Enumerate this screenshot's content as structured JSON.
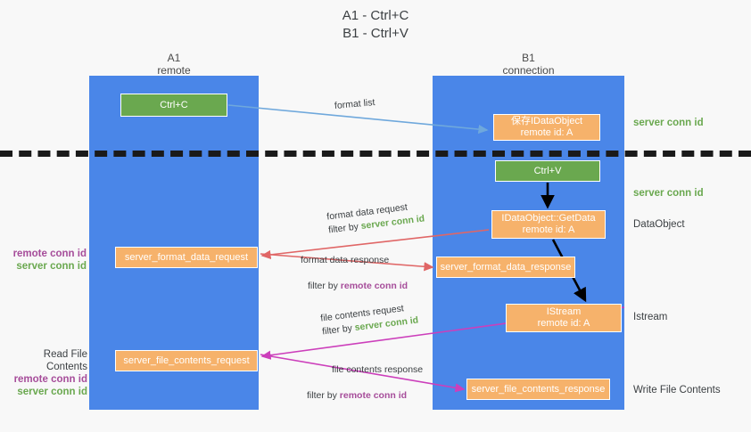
{
  "title": {
    "line1": "A1 - Ctrl+C",
    "line2": "B1 - Ctrl+V"
  },
  "columns": {
    "a1": {
      "name": "A1",
      "role": "remote"
    },
    "b1": {
      "name": "B1",
      "role": "connection"
    }
  },
  "boxes": {
    "ctrl_c": {
      "label": "Ctrl+C",
      "color": "#6aa84f"
    },
    "ctrl_v": {
      "label": "Ctrl+V",
      "color": "#6aa84f"
    },
    "save_idataobject": {
      "label": "保存IDataObject",
      "sub": "remote id: A",
      "color": "#f6b26b"
    },
    "getdata": {
      "label": "IDataObject::GetData",
      "sub": "remote id: A",
      "color": "#f6b26b"
    },
    "istream": {
      "label": "IStream",
      "sub": "remote id: A",
      "color": "#f6b26b"
    },
    "server_format_data_request": {
      "label": "server_format_data_request",
      "color": "#f6b26b"
    },
    "server_format_data_response": {
      "label": "server_format_data_response",
      "color": "#f6b26b"
    },
    "server_file_contents_request": {
      "label": "server_file_contents_request",
      "color": "#f6b26b"
    },
    "server_file_contents_response": {
      "label": "server_file_contents_response",
      "color": "#f6b26b"
    }
  },
  "flows": {
    "format_list": {
      "label": "format list"
    },
    "format_data_request": {
      "label": "format data request",
      "filter_prefix": "filter by ",
      "filter_key": "server conn id"
    },
    "format_data_response": {
      "label": "format data response",
      "filter_prefix": "filter by ",
      "filter_key": "remote conn id"
    },
    "file_contents_request": {
      "label": "file contents request",
      "filter_prefix": "filter by ",
      "filter_key": "server conn id"
    },
    "file_contents_response": {
      "label": "file contents response",
      "filter_prefix": "filter by ",
      "filter_key": "remote conn id"
    }
  },
  "side_labels": {
    "server_conn_id_1": "server conn id",
    "server_conn_id_2": "server conn id",
    "dataobject": "DataObject",
    "istream": "Istream",
    "write_file_contents": "Write File Contents"
  },
  "left_labels": {
    "remote_conn_id_1": "remote conn id",
    "server_conn_id_1": "server conn id",
    "read_file_contents": "Read File Contents",
    "remote_conn_id_2": "remote conn id",
    "server_conn_id_2": "server conn id"
  },
  "colors": {
    "lane": "#4a86e8",
    "green": "#6aa84f",
    "orange": "#f6b26b",
    "purple": "#a64d9a",
    "red_arrow": "#e06666",
    "magenta_arrow": "#cc3fbb",
    "blue_arrow": "#6fa8dc",
    "black_arrow": "#000000",
    "background": "#f8f8f8"
  }
}
